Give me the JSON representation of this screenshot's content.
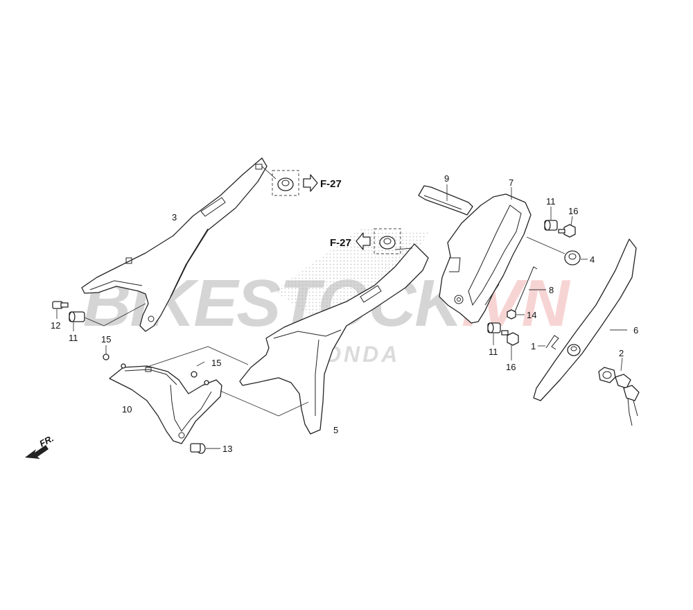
{
  "watermark": {
    "brand_text": "BIKESTOCK.VN",
    "honda_logo_text": "HONDA",
    "colors": {
      "gray": "#b3b3b3",
      "red": "#f2b2b2"
    }
  },
  "references": [
    {
      "id": "ref-f27-upper",
      "label": "F-27"
    },
    {
      "id": "ref-f27-middle",
      "label": "F-27"
    }
  ],
  "callouts": [
    {
      "id": "part-1",
      "label": "1"
    },
    {
      "id": "part-2",
      "label": "2"
    },
    {
      "id": "part-3",
      "label": "3"
    },
    {
      "id": "part-4",
      "label": "4"
    },
    {
      "id": "part-5",
      "label": "5"
    },
    {
      "id": "part-6",
      "label": "6"
    },
    {
      "id": "part-7",
      "label": "7"
    },
    {
      "id": "part-8",
      "label": "8"
    },
    {
      "id": "part-9",
      "label": "9"
    },
    {
      "id": "part-10",
      "label": "10"
    },
    {
      "id": "part-11a",
      "label": "11"
    },
    {
      "id": "part-11b",
      "label": "11"
    },
    {
      "id": "part-11c",
      "label": "11"
    },
    {
      "id": "part-12",
      "label": "12"
    },
    {
      "id": "part-13",
      "label": "13"
    },
    {
      "id": "part-14",
      "label": "14"
    },
    {
      "id": "part-15a",
      "label": "15"
    },
    {
      "id": "part-15b",
      "label": "15"
    },
    {
      "id": "part-16a",
      "label": "16"
    },
    {
      "id": "part-16b",
      "label": "16"
    }
  ],
  "direction": {
    "label": "FR."
  }
}
